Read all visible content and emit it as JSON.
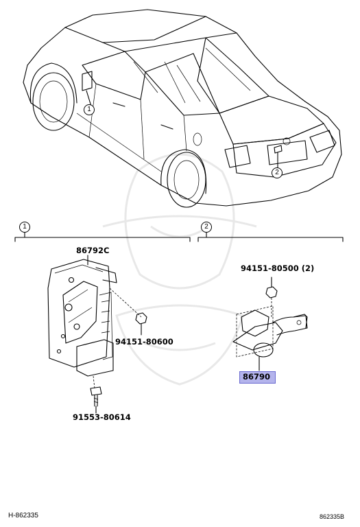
{
  "callouts": {
    "one": "1",
    "two": "2"
  },
  "groups": {
    "left": {
      "marker": "1"
    },
    "right": {
      "marker": "2"
    }
  },
  "parts": {
    "bracket": "86792C",
    "nut_left": "94151-80600",
    "bolt": "91553-80614",
    "nut_right": "94151-80500 (2)",
    "camera": "86790"
  },
  "highlight_color": "#b4b4ec",
  "footer": {
    "left_code": "H-862335",
    "right_code": "862335B"
  }
}
